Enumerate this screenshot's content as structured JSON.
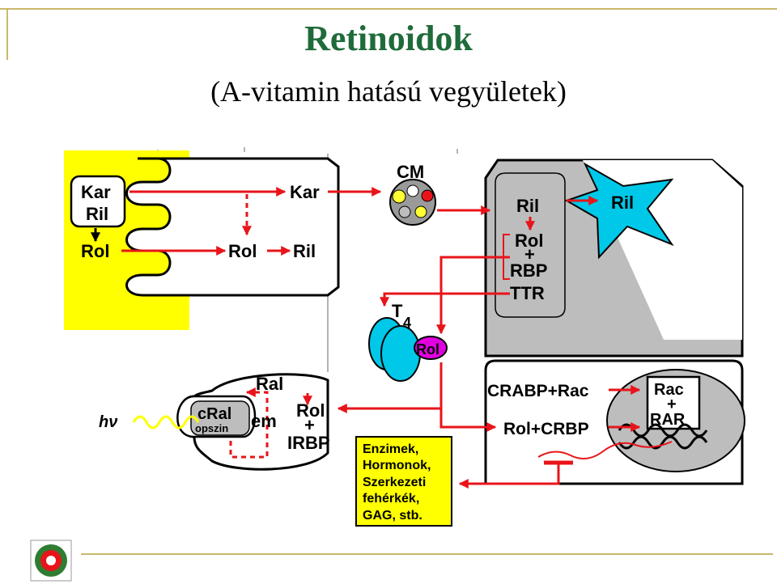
{
  "header": {
    "title": "Retinoidok",
    "subtitle": "(A-vitamin hatású vegyületek)"
  },
  "labels": {
    "kar1": "Kar",
    "ril1": "Ril",
    "rol1": "Rol",
    "kar2": "Kar",
    "rol2": "Rol",
    "ril2": "Ril",
    "cm": "CM",
    "ril3": "Ril",
    "rol3": "Rol",
    "plus1": "+",
    "rbp": "RBP",
    "ttr": "TTR",
    "ril4": "Ril",
    "t": "T",
    "four": "4",
    "rol4": "Rol",
    "ral": "Ral",
    "cral": "cRal",
    "opszin": "opszin",
    "em": "em",
    "rol5": "Rol",
    "plus2": "+",
    "irbp": "IRBP",
    "hv": "hν",
    "crabp_rac": "CRABP+Rac",
    "rol_crbp": "Rol+CRBP",
    "rac": "Rac",
    "plus3": "+",
    "rar": "RAR",
    "enz1": "Enzimek,",
    "enz2": "Hormonok,",
    "enz3": "Szerkezeti",
    "enz4": "fehérkék,",
    "enz5": "GAG, stb."
  },
  "colors": {
    "title": "#1f6b3a",
    "arrow": "#e8141a",
    "yellow": "#ffff00",
    "grey": "#bdbdbd",
    "cyan": "#00c8e8",
    "magenta": "#e000e0"
  },
  "logo": {
    "icon": "seal-logo-icon"
  }
}
